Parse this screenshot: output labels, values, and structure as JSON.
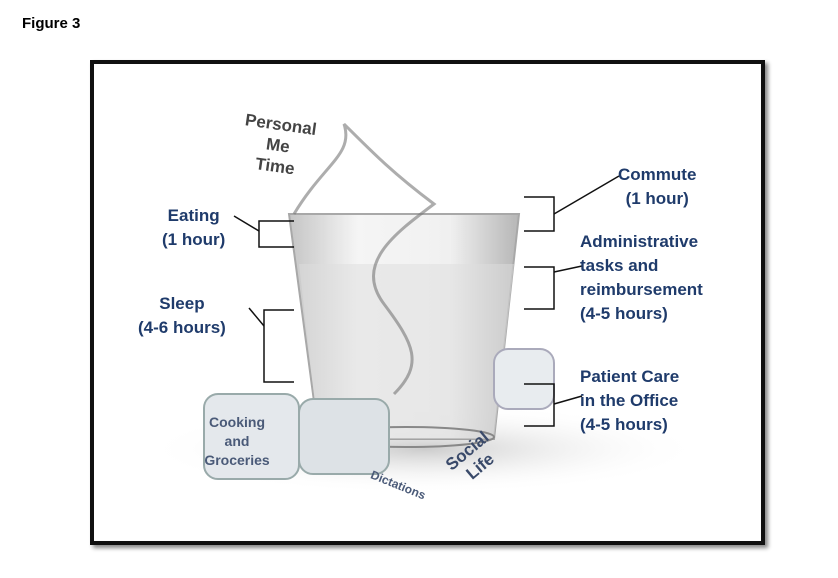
{
  "figure_title": "Figure 3",
  "labels": {
    "personal": [
      "Personal",
      "Me",
      "Time"
    ],
    "eating": [
      "Eating",
      "(1 hour)"
    ],
    "sleep": [
      "Sleep",
      "(4-6 hours)"
    ],
    "commute": [
      "Commute",
      "(1 hour)"
    ],
    "admin": [
      "Administrative",
      "tasks and",
      "reimbursement",
      "(4-5 hours)"
    ],
    "patient": [
      "Patient Care",
      "in the Office",
      "(4-5 hours)"
    ],
    "cooking": [
      "Cooking",
      "and",
      "Groceries"
    ],
    "dictations": "Dictations",
    "social": [
      "Social",
      "Life"
    ]
  },
  "colors": {
    "label": "#1f3b6b",
    "frame": "#111111"
  }
}
